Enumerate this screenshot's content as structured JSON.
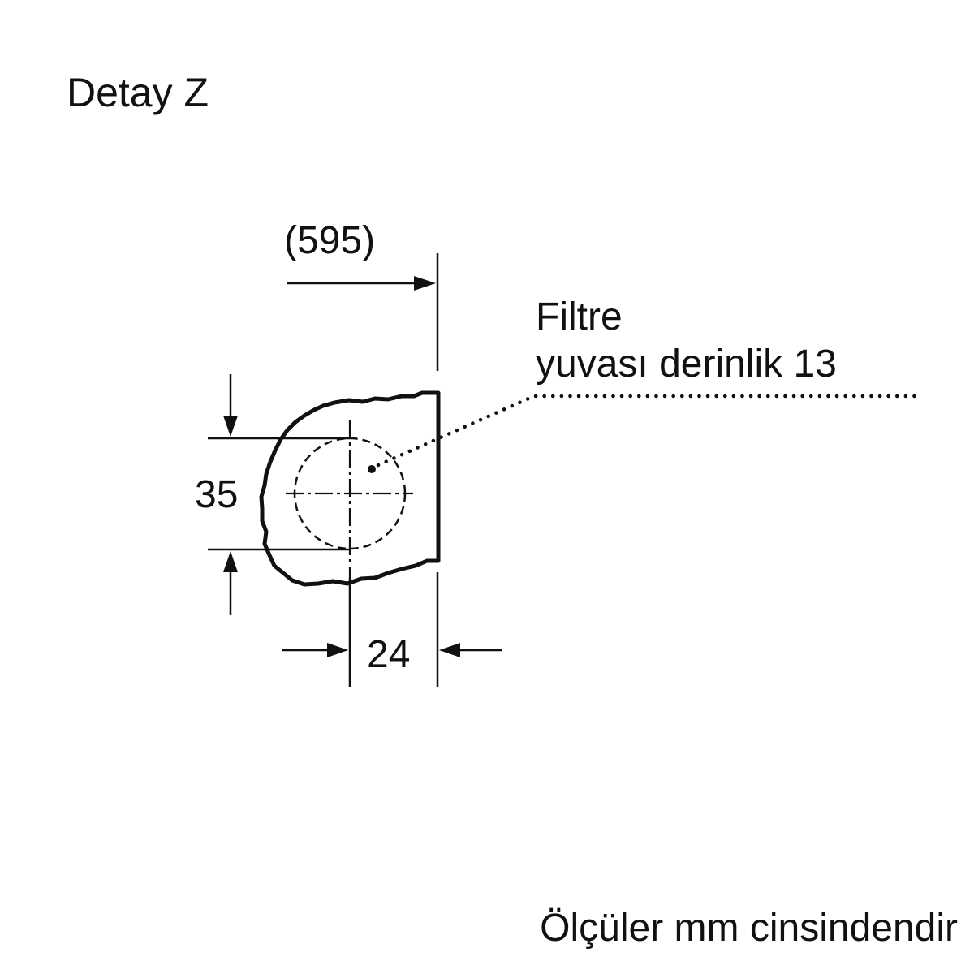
{
  "title": "Detay Z",
  "dimensions": {
    "width_total": "(595)",
    "height_hole": "35",
    "offset_edge": "24"
  },
  "callout": {
    "line1": "Filtre",
    "line2": "yuvası derinlik 13"
  },
  "footer_note": "Ölçüler mm cinsindendir",
  "colors": {
    "ink": "#111111",
    "background": "#ffffff"
  }
}
